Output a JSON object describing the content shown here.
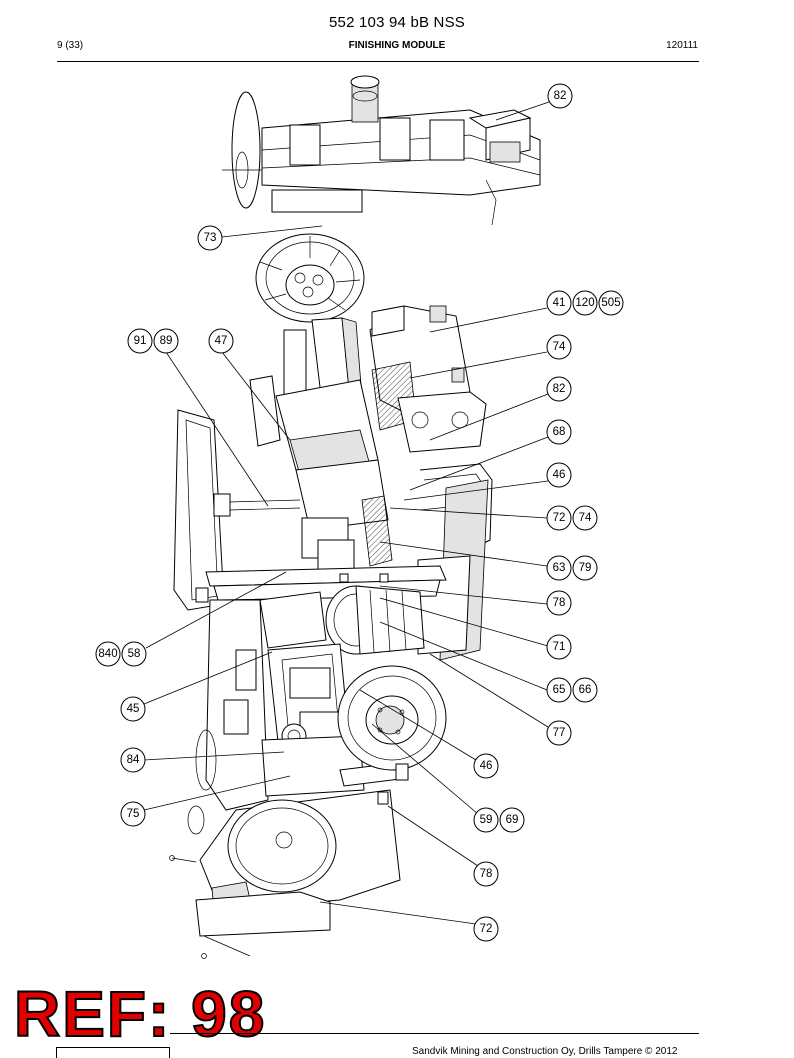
{
  "header": {
    "doc_number": "552 103 94 bB NSS",
    "page": "9 (33)",
    "section_title": "FINISHING MODULE",
    "doc_code": "120111"
  },
  "stamp": {
    "text": "REF: 98",
    "color": "#e00000"
  },
  "footer": {
    "text": "Sandvik Mining and Construction Oy, Drills Tampere © 2012"
  },
  "callouts": [
    {
      "id": "c82a",
      "label": "82"
    },
    {
      "id": "c73",
      "label": "73"
    },
    {
      "id": "c41",
      "label": "41"
    },
    {
      "id": "c120",
      "label": "120"
    },
    {
      "id": "c505",
      "label": "505"
    },
    {
      "id": "c91",
      "label": "91"
    },
    {
      "id": "c89",
      "label": "89"
    },
    {
      "id": "c47",
      "label": "47"
    },
    {
      "id": "c74a",
      "label": "74"
    },
    {
      "id": "c82b",
      "label": "82"
    },
    {
      "id": "c68",
      "label": "68"
    },
    {
      "id": "c46a",
      "label": "46"
    },
    {
      "id": "c72a",
      "label": "72"
    },
    {
      "id": "c74b",
      "label": "74"
    },
    {
      "id": "c63",
      "label": "63"
    },
    {
      "id": "c79",
      "label": "79"
    },
    {
      "id": "c78a",
      "label": "78"
    },
    {
      "id": "c71",
      "label": "71"
    },
    {
      "id": "c840",
      "label": "840"
    },
    {
      "id": "c58",
      "label": "58"
    },
    {
      "id": "c65",
      "label": "65"
    },
    {
      "id": "c66",
      "label": "66"
    },
    {
      "id": "c45",
      "label": "45"
    },
    {
      "id": "c77",
      "label": "77"
    },
    {
      "id": "c84",
      "label": "84"
    },
    {
      "id": "c46b",
      "label": "46"
    },
    {
      "id": "c75",
      "label": "75"
    },
    {
      "id": "c59",
      "label": "59"
    },
    {
      "id": "c69",
      "label": "69"
    },
    {
      "id": "c78b",
      "label": "78"
    },
    {
      "id": "c72b",
      "label": "72"
    }
  ]
}
